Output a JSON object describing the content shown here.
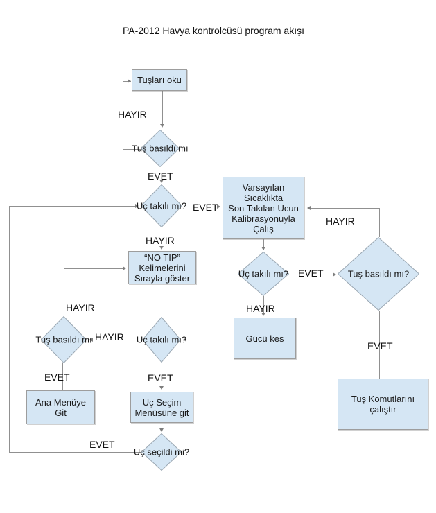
{
  "title": "PA-2012 Havya kontrolcüsü program akışı",
  "nodes": {
    "read_keys": {
      "label": "Tuşları oku",
      "type": "process"
    },
    "key_pressed_top": {
      "label": "Tuş basıldı mı",
      "type": "decision"
    },
    "tip_attached_top": {
      "label": "Uç takılı mı?",
      "type": "decision"
    },
    "run_default": {
      "label": [
        "Varsayılan",
        "Sıcaklıkta",
        "Son Takılan Ucun",
        "Kalibrasyonuyla",
        "Çalış"
      ],
      "type": "process"
    },
    "no_tip": {
      "label": [
        "“NO TIP”",
        "Kelimelerini",
        "Sırayla göster"
      ],
      "type": "process"
    },
    "tip_attached_mid": {
      "label": "Uç takılı mı?",
      "type": "decision"
    },
    "key_pressed_right": {
      "label": "Tuş basıldı mı?",
      "type": "decision"
    },
    "cut_power": {
      "label": "Gücü kes",
      "type": "process"
    },
    "key_pressed_left": {
      "label": "Tuş basıldı mı",
      "type": "decision"
    },
    "tip_attached_bottom": {
      "label": "Uç takılı mı?",
      "type": "decision"
    },
    "main_menu": {
      "label": [
        "Ana Menüye",
        "Git"
      ],
      "type": "process"
    },
    "tip_select_menu": {
      "label": [
        "Uç Seçim",
        "Menüsüne git"
      ],
      "type": "process"
    },
    "run_key_commands": {
      "label": [
        "Tuş Komutlarını",
        "çalıştır"
      ],
      "type": "process"
    },
    "tip_selected": {
      "label": "Uç seçildi mi?",
      "type": "decision"
    }
  },
  "edge_labels": {
    "key_pressed_top_no": "HAYIR",
    "key_pressed_top_yes": "EVET",
    "tip_attached_top_yes": "EVET",
    "tip_attached_top_no": "HAYIR",
    "key_pressed_right_no": "HAYIR",
    "tip_attached_mid_yes": "EVET",
    "tip_attached_mid_no": "HAYIR",
    "key_pressed_left_no": "HAYIR",
    "tip_attached_bottom_no": "HAYIR",
    "tip_attached_bottom_yes": "EVET",
    "key_pressed_left_yes": "EVET",
    "key_pressed_right_yes": "EVET",
    "tip_selected_yes": "EVET"
  },
  "colors": {
    "node_fill": "#d5e6f4",
    "node_border": "#9d9d9d",
    "connector": "#909090"
  }
}
